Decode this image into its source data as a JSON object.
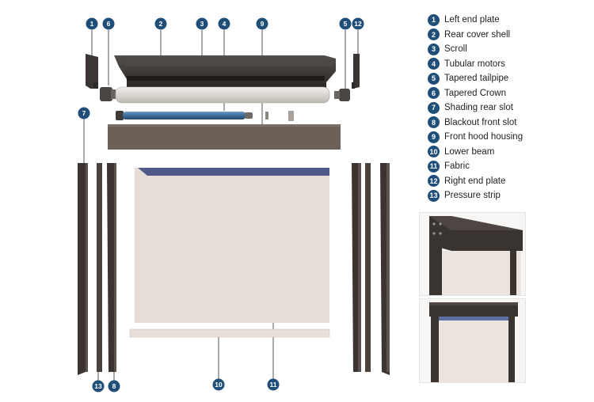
{
  "callouts": [
    {
      "num": "1",
      "label": "Left end plate"
    },
    {
      "num": "2",
      "label": "Rear cover shell"
    },
    {
      "num": "3",
      "label": "Scroll"
    },
    {
      "num": "4",
      "label": "Tubular motors"
    },
    {
      "num": "5",
      "label": "Tapered tailpipe"
    },
    {
      "num": "6",
      "label": "Tapered Crown"
    },
    {
      "num": "7",
      "label": "Shading rear slot"
    },
    {
      "num": "8",
      "label": "Blackout front slot"
    },
    {
      "num": "9",
      "label": "Front hood housing"
    },
    {
      "num": "10",
      "label": "Lower beam"
    },
    {
      "num": "11",
      "label": "Fabric"
    },
    {
      "num": "12",
      "label": "Right end plate"
    },
    {
      "num": "13",
      "label": "Pressure strip"
    }
  ],
  "colors": {
    "badge": "#1f4e79",
    "frame": "#3b3430",
    "hood": "#6b6158",
    "fabric": "#e6ddd6",
    "motor": "#3a6e9a"
  }
}
